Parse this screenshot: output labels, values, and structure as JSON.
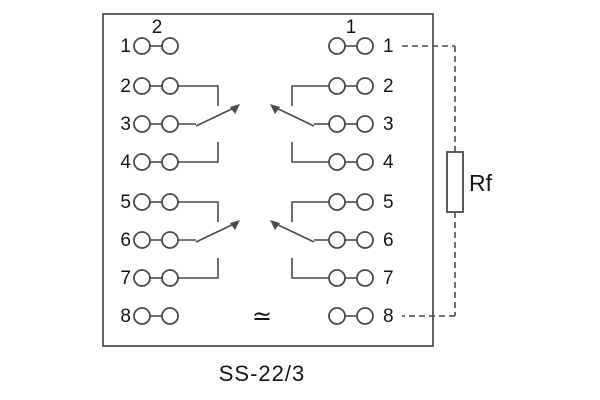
{
  "diagram": {
    "caption": "SS-22/3",
    "top_left_pair_label": "2",
    "top_right_pair_label": "1",
    "left_terminals": [
      "1",
      "2",
      "3",
      "4",
      "5",
      "6",
      "7",
      "8"
    ],
    "right_terminals": [
      "1",
      "2",
      "3",
      "4",
      "5",
      "6",
      "7",
      "8"
    ],
    "resistor_label": "Rf",
    "supply_symbol": "≃",
    "colors": {
      "line": "#4b4b4b",
      "text": "#161616",
      "background": "#ffffff"
    }
  }
}
